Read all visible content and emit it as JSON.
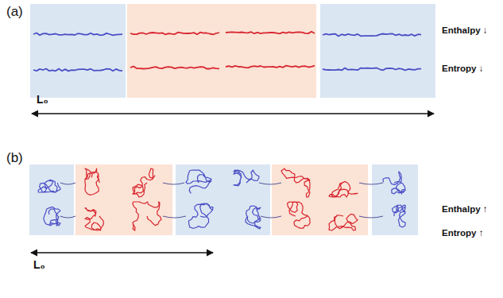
{
  "diagram": {
    "labels": [
      "(a)",
      "Enthalpy ↓",
      "Entropy ↓",
      "L₀",
      "(b)",
      "Enthalpy ↑",
      "Entropy ↑",
      "L₀"
    ]
  }
}
